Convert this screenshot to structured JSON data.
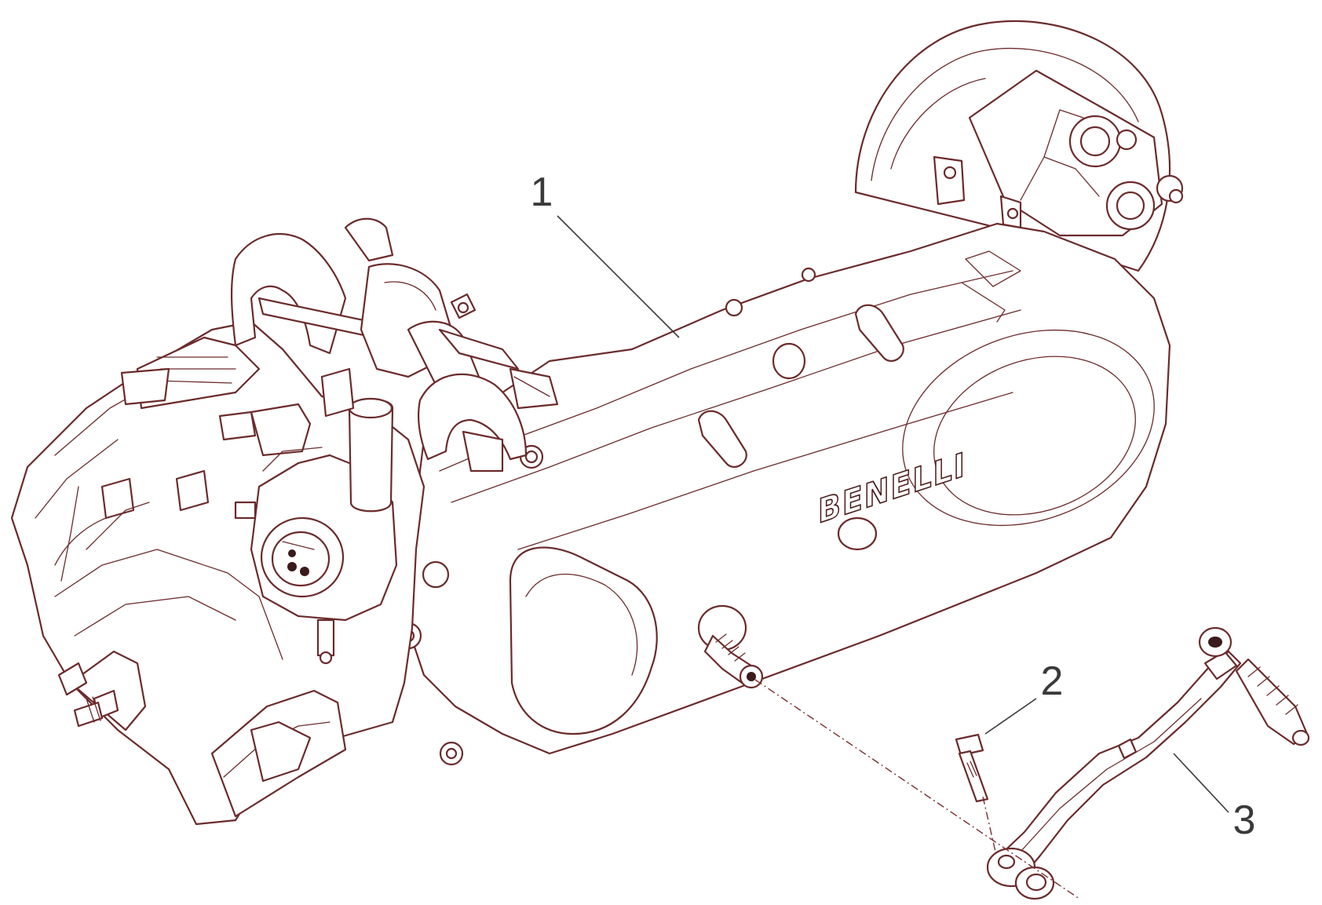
{
  "diagram": {
    "brand_text": "BENELLI",
    "accent_color": "#6b2b2b",
    "callouts": [
      {
        "label": "1",
        "part": "engine-assembly"
      },
      {
        "label": "2",
        "part": "bolt"
      },
      {
        "label": "3",
        "part": "kick-start-lever"
      }
    ]
  }
}
